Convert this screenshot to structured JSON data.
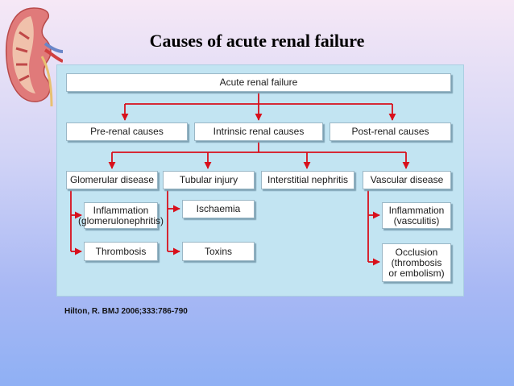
{
  "title": "Causes of acute renal failure",
  "citation": "Hilton, R. BMJ 2006;333:786-790",
  "colors": {
    "arrow": "#d8101c",
    "panel": "#c2e4f2",
    "node_border": "#9ab7c6"
  },
  "diagram": {
    "root": "Acute renal failure",
    "level1": [
      "Pre-renal causes",
      "Intrinsic renal causes",
      "Post-renal causes"
    ],
    "level2": [
      "Glomerular disease",
      "Tubular injury",
      "Interstitial nephritis",
      "Vascular disease"
    ],
    "glomerular_children": [
      "Inflammation\n(glomerulonephritis)",
      "Thrombosis"
    ],
    "tubular_children": [
      "Ischaemia",
      "Toxins"
    ],
    "vascular_children": [
      "Inflammation\n(vasculitis)",
      "Occlusion\n(thrombosis\nor embolism)"
    ]
  }
}
